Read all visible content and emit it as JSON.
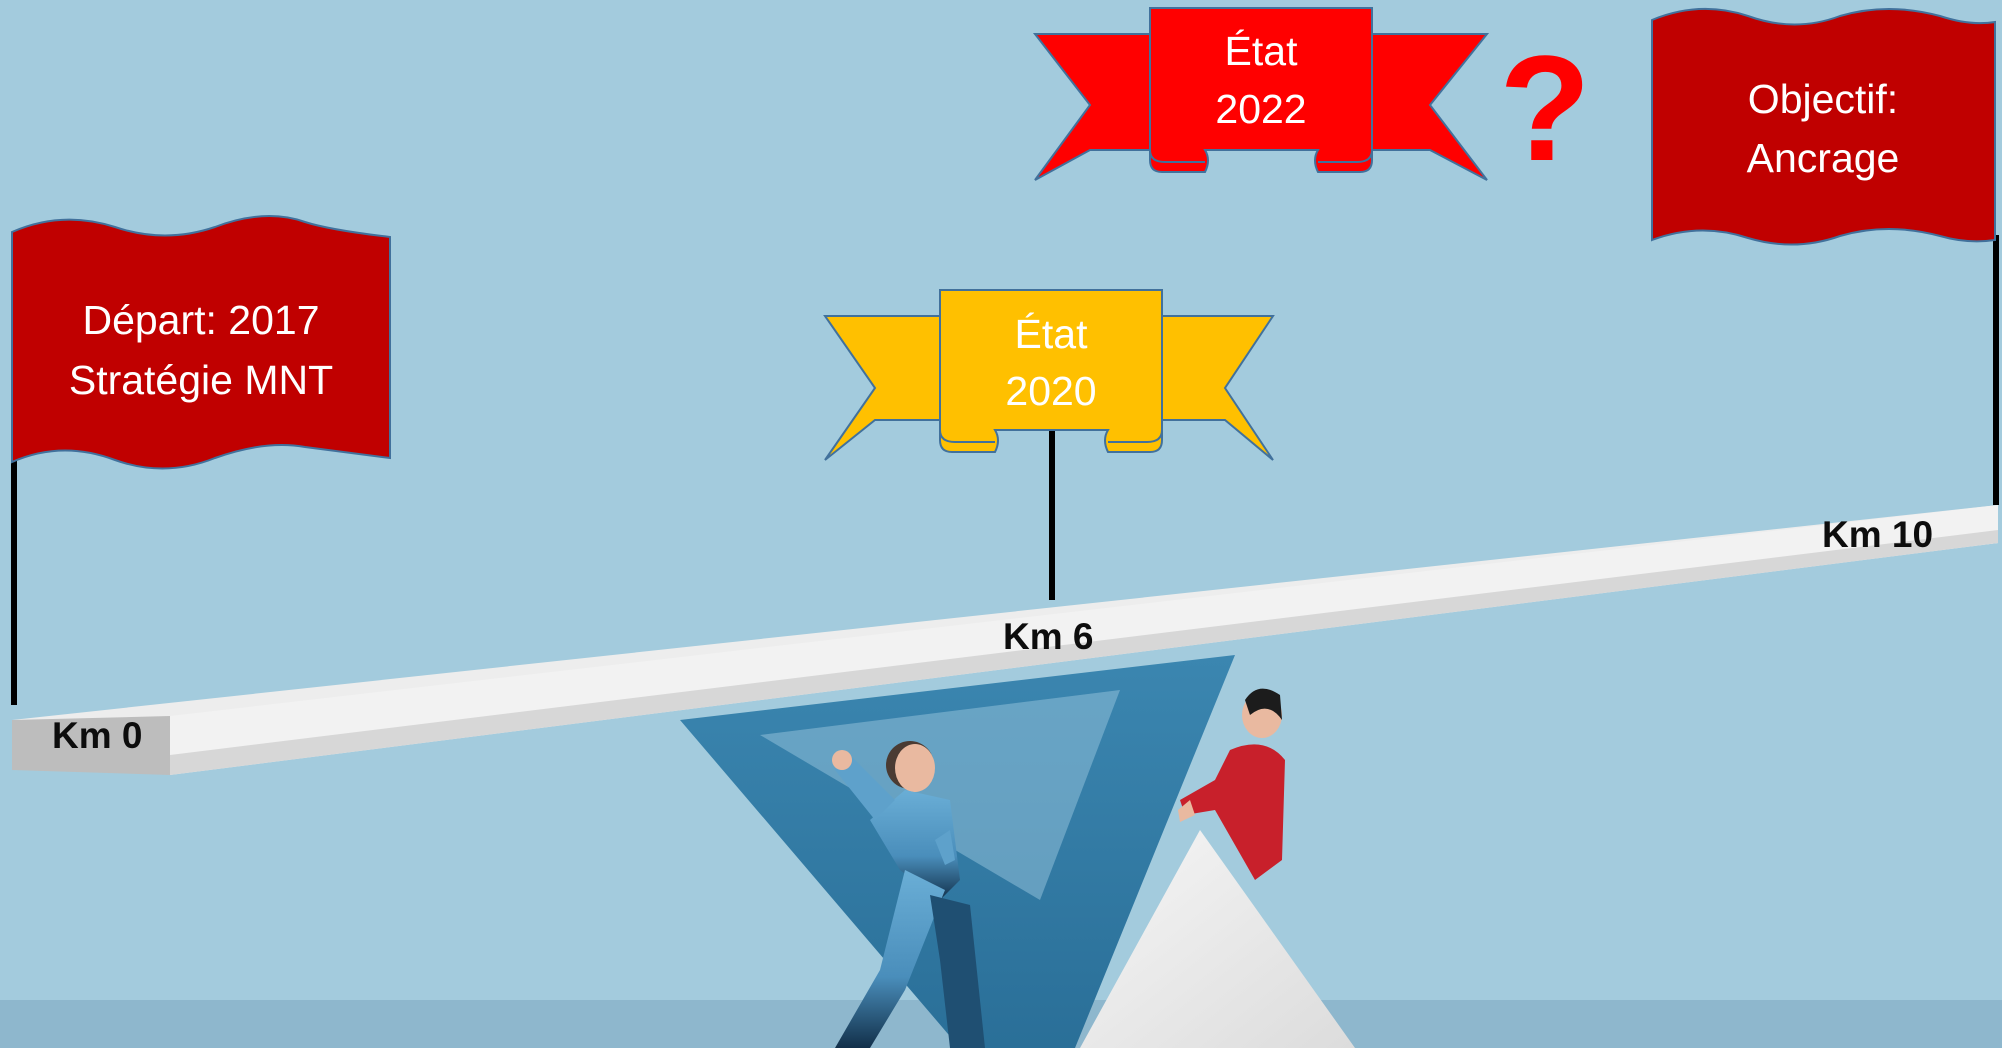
{
  "colors": {
    "background": "#a3cbdd",
    "flag_red": "#c00000",
    "banner_red": "#ff0000",
    "banner_gold": "#ffc000",
    "banner_border": "#41719c",
    "question_mark": "#ff0000",
    "beam": "#ececec",
    "left_person": "#5ea1cb",
    "right_person": "#c8202b"
  },
  "flags": {
    "start": {
      "line1": "Départ: 2017",
      "line2": "Stratégie MNT"
    },
    "objective": {
      "line1": "Objectif:",
      "line2": "Ancrage"
    }
  },
  "banners": {
    "state_2020": {
      "line1": "État",
      "line2": "2020"
    },
    "state_2022": {
      "line1": "État",
      "line2": "2022"
    }
  },
  "question_mark": "?",
  "km_markers": {
    "km0": "Km 0",
    "km6": "Km 6",
    "km10": "Km 10"
  },
  "icons": {
    "left_figure": "person-pushing-icon",
    "right_figure": "person-looking-up-icon"
  }
}
